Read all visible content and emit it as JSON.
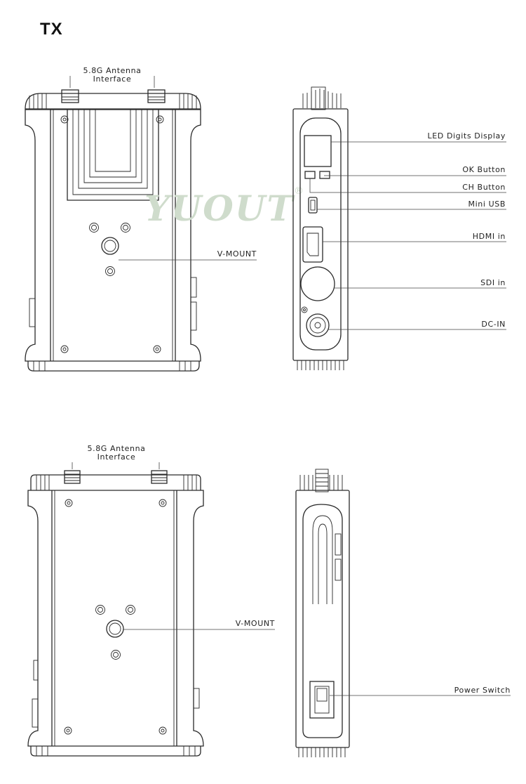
{
  "title": "TX",
  "watermark": {
    "text": "YUOUT",
    "mark": "®"
  },
  "back_view_top": {
    "antenna_label_line1": "5.8G Antenna",
    "antenna_label_line2": "Interface",
    "vmount_label": "V-MOUNT"
  },
  "side_view_top": {
    "labels": [
      "LED Digits Display",
      "OK Button",
      "CH Button",
      "Mini USB",
      "HDMI in",
      "SDI in",
      "DC-IN"
    ]
  },
  "back_view_bottom": {
    "antenna_label_line1": "5.8G Antenna",
    "antenna_label_line2": "Interface",
    "vmount_label": "V-MOUNT"
  },
  "side_view_bottom": {
    "power_label": "Power Switch"
  }
}
